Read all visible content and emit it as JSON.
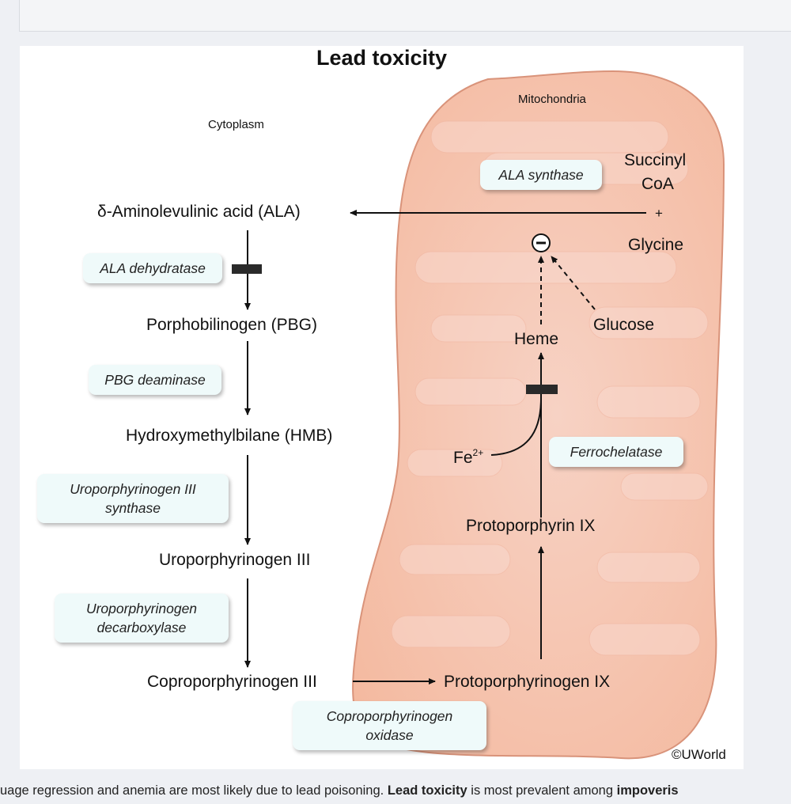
{
  "figure": {
    "title": "Lead toxicity",
    "regions": {
      "cytoplasm": "Cytoplasm",
      "mitochondria": "Mitochondria"
    },
    "metabolites": {
      "ala": "δ-Aminolevulinic acid (ALA)",
      "pbg": "Porphobilinogen (PBG)",
      "hmb": "Hydroxymethylbilane (HMB)",
      "uro": "Uroporphyrinogen III",
      "copro": "Coproporphyrinogen III",
      "protogen": "Protoporphyrinogen IX",
      "protoporphyrin": "Protoporphyrin IX",
      "heme": "Heme",
      "succinyl_1": "Succinyl",
      "succinyl_2": "CoA",
      "plus": "+",
      "glycine": "Glycine",
      "glucose": "Glucose",
      "fe": "Fe",
      "fe_charge": "2+",
      "inhibit_symbol": "−"
    },
    "enzymes": {
      "ala_synthase": "ALA synthase",
      "ala_dehydratase": "ALA dehydratase",
      "pbg_deaminase": "PBG deaminase",
      "uro_synthase_1": "Uroporphyrinogen III",
      "uro_synthase_2": "synthase",
      "uro_decarb_1": "Uroporphyrinogen",
      "uro_decarb_2": "decarboxylase",
      "copro_oxidase_1": "Coproporphyrinogen",
      "copro_oxidase_2": "oxidase",
      "ferrochelatase": "Ferrochelatase"
    },
    "copyright": "©UWorld",
    "colors": {
      "mito_fill": "#f8c7ae",
      "mito_stroke": "#d9937a",
      "enzyme_bg": "#effafa",
      "block_bar": "#2a2a2a"
    }
  },
  "caption": {
    "part1": "uage regression and anemia are most likely due to lead poisoning.  ",
    "bold1": "Lead toxicity",
    "part2": " is most prevalent among ",
    "bold2": "impoveris"
  }
}
